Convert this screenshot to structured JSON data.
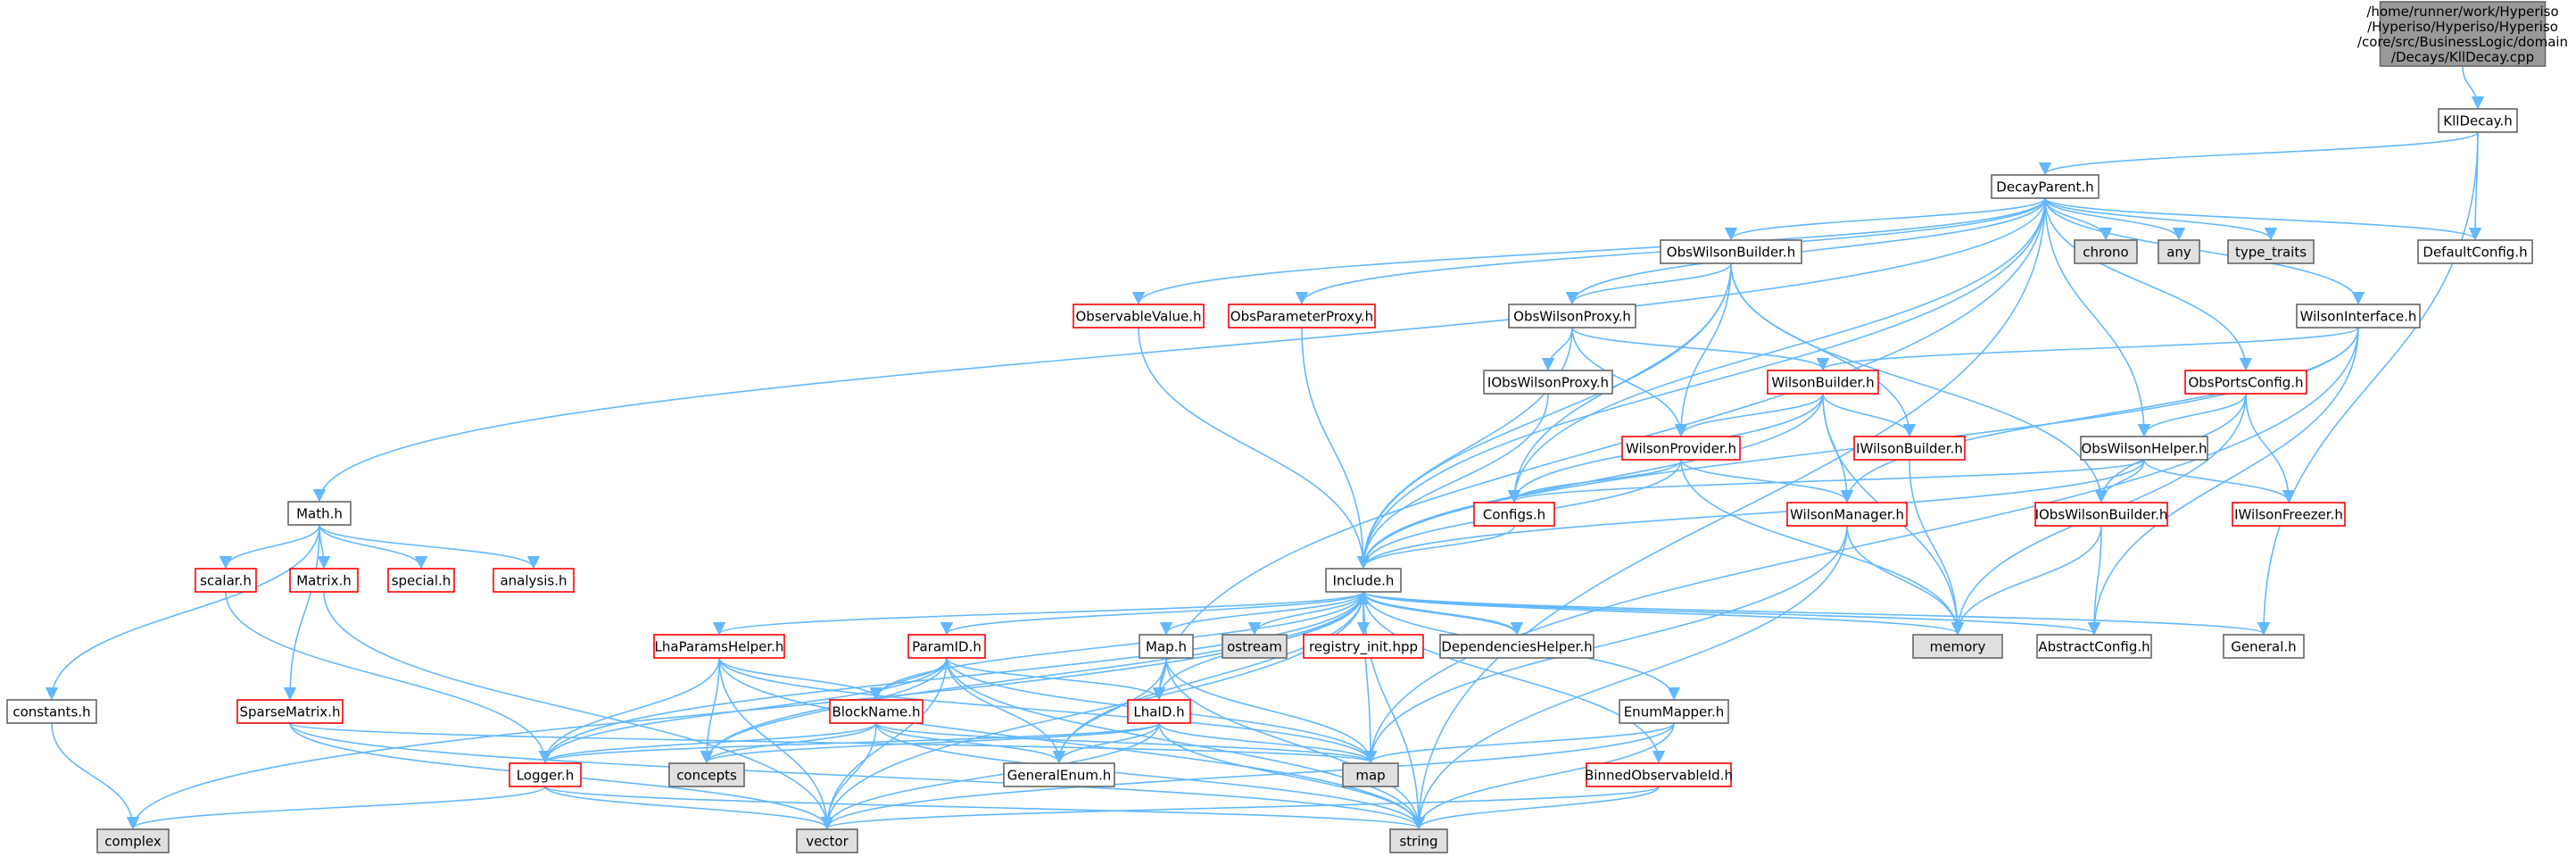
{
  "colors": {
    "edge": "#63b8ff",
    "node_border_default": "#666666",
    "node_border_incomplete": "#ff0000",
    "node_fill_default": "#ffffff",
    "node_fill_system": "#e0e0e0",
    "node_fill_root": "#999999",
    "text": "#000000"
  },
  "nodes": [
    {
      "id": "root",
      "lines": [
        "/home/runner/work/Hyperiso",
        "/Hyperiso/Hyperiso/Hyperiso",
        "/core/src/BusinessLogic/domain",
        "/Decays/KllDecay.cpp"
      ],
      "kind": "root"
    },
    {
      "id": "KllDecay",
      "lines": [
        "KllDecay.h"
      ],
      "kind": "default"
    },
    {
      "id": "DecayParent",
      "lines": [
        "DecayParent.h"
      ],
      "kind": "default"
    },
    {
      "id": "chrono",
      "lines": [
        "chrono"
      ],
      "kind": "system"
    },
    {
      "id": "any",
      "lines": [
        "any"
      ],
      "kind": "system"
    },
    {
      "id": "type_traits",
      "lines": [
        "type_traits"
      ],
      "kind": "system"
    },
    {
      "id": "DefaultConfig",
      "lines": [
        "DefaultConfig.h"
      ],
      "kind": "default"
    },
    {
      "id": "ObsWilsonBuilder",
      "lines": [
        "ObsWilsonBuilder.h"
      ],
      "kind": "default"
    },
    {
      "id": "ObservableValue",
      "lines": [
        "ObservableValue.h"
      ],
      "kind": "incomplete"
    },
    {
      "id": "ObsParameterProxy",
      "lines": [
        "ObsParameterProxy.h"
      ],
      "kind": "incomplete"
    },
    {
      "id": "ObsWilsonProxy",
      "lines": [
        "ObsWilsonProxy.h"
      ],
      "kind": "default"
    },
    {
      "id": "WilsonInterface",
      "lines": [
        "WilsonInterface.h"
      ],
      "kind": "default"
    },
    {
      "id": "IObsWilsonProxy",
      "lines": [
        "IObsWilsonProxy.h"
      ],
      "kind": "default"
    },
    {
      "id": "WilsonBuilder",
      "lines": [
        "WilsonBuilder.h"
      ],
      "kind": "incomplete"
    },
    {
      "id": "ObsPortsConfig",
      "lines": [
        "ObsPortsConfig.h"
      ],
      "kind": "incomplete"
    },
    {
      "id": "WilsonProvider",
      "lines": [
        "WilsonProvider.h"
      ],
      "kind": "incomplete"
    },
    {
      "id": "IWilsonBuilder",
      "lines": [
        "IWilsonBuilder.h"
      ],
      "kind": "incomplete"
    },
    {
      "id": "ObsWilsonHelper",
      "lines": [
        "ObsWilsonHelper.h"
      ],
      "kind": "default"
    },
    {
      "id": "Math",
      "lines": [
        "Math.h"
      ],
      "kind": "default"
    },
    {
      "id": "Configs",
      "lines": [
        "Configs.h"
      ],
      "kind": "incomplete"
    },
    {
      "id": "WilsonManager",
      "lines": [
        "WilsonManager.h"
      ],
      "kind": "incomplete"
    },
    {
      "id": "IObsWilsonBuilder",
      "lines": [
        "IObsWilsonBuilder.h"
      ],
      "kind": "incomplete"
    },
    {
      "id": "IWilsonFreezer",
      "lines": [
        "IWilsonFreezer.h"
      ],
      "kind": "incomplete"
    },
    {
      "id": "scalar",
      "lines": [
        "scalar.h"
      ],
      "kind": "incomplete"
    },
    {
      "id": "Matrix",
      "lines": [
        "Matrix.h"
      ],
      "kind": "incomplete"
    },
    {
      "id": "special",
      "lines": [
        "special.h"
      ],
      "kind": "incomplete"
    },
    {
      "id": "analysis",
      "lines": [
        "analysis.h"
      ],
      "kind": "incomplete"
    },
    {
      "id": "Include",
      "lines": [
        "Include.h"
      ],
      "kind": "default"
    },
    {
      "id": "LhaParamsHelper",
      "lines": [
        "LhaParamsHelper.h"
      ],
      "kind": "incomplete"
    },
    {
      "id": "ParamID",
      "lines": [
        "ParamID.h"
      ],
      "kind": "incomplete"
    },
    {
      "id": "MapH",
      "lines": [
        "Map.h"
      ],
      "kind": "default"
    },
    {
      "id": "ostream",
      "lines": [
        "ostream"
      ],
      "kind": "system"
    },
    {
      "id": "registry_init",
      "lines": [
        "registry_init.hpp"
      ],
      "kind": "incomplete"
    },
    {
      "id": "DependenciesHelper",
      "lines": [
        "DependenciesHelper.h"
      ],
      "kind": "default"
    },
    {
      "id": "memory",
      "lines": [
        "memory"
      ],
      "kind": "system"
    },
    {
      "id": "AbstractConfig",
      "lines": [
        "AbstractConfig.h"
      ],
      "kind": "default"
    },
    {
      "id": "General",
      "lines": [
        "General.h"
      ],
      "kind": "default"
    },
    {
      "id": "constants",
      "lines": [
        "constants.h"
      ],
      "kind": "default"
    },
    {
      "id": "SparseMatrix",
      "lines": [
        "SparseMatrix.h"
      ],
      "kind": "incomplete"
    },
    {
      "id": "BlockName",
      "lines": [
        "BlockName.h"
      ],
      "kind": "incomplete"
    },
    {
      "id": "LhaID",
      "lines": [
        "LhaID.h"
      ],
      "kind": "incomplete"
    },
    {
      "id": "EnumMapper",
      "lines": [
        "EnumMapper.h"
      ],
      "kind": "default"
    },
    {
      "id": "Logger",
      "lines": [
        "Logger.h"
      ],
      "kind": "incomplete"
    },
    {
      "id": "concepts",
      "lines": [
        "concepts"
      ],
      "kind": "system"
    },
    {
      "id": "GeneralEnum",
      "lines": [
        "GeneralEnum.h"
      ],
      "kind": "default"
    },
    {
      "id": "map",
      "lines": [
        "map"
      ],
      "kind": "system"
    },
    {
      "id": "BinnedObservableId",
      "lines": [
        "BinnedObservableId.h"
      ],
      "kind": "incomplete"
    },
    {
      "id": "complex",
      "lines": [
        "complex"
      ],
      "kind": "system"
    },
    {
      "id": "vector",
      "lines": [
        "vector"
      ],
      "kind": "system"
    },
    {
      "id": "string",
      "lines": [
        "string"
      ],
      "kind": "system"
    }
  ],
  "edges": [
    [
      "root",
      "KllDecay"
    ],
    [
      "KllDecay",
      "DecayParent"
    ],
    [
      "KllDecay",
      "DefaultConfig"
    ],
    [
      "KllDecay",
      "General"
    ],
    [
      "DecayParent",
      "chrono"
    ],
    [
      "DecayParent",
      "any"
    ],
    [
      "DecayParent",
      "type_traits"
    ],
    [
      "DecayParent",
      "DefaultConfig"
    ],
    [
      "DecayParent",
      "ObsWilsonBuilder"
    ],
    [
      "DecayParent",
      "ObservableValue"
    ],
    [
      "DecayParent",
      "ObsParameterProxy"
    ],
    [
      "DecayParent",
      "ObsWilsonProxy"
    ],
    [
      "DecayParent",
      "WilsonInterface"
    ],
    [
      "DecayParent",
      "ObsPortsConfig"
    ],
    [
      "DecayParent",
      "ObsWilsonHelper"
    ],
    [
      "DecayParent",
      "Math"
    ],
    [
      "DecayParent",
      "Configs"
    ],
    [
      "DecayParent",
      "Include"
    ],
    [
      "DecayParent",
      "LhaID"
    ],
    [
      "DecayParent",
      "string"
    ],
    [
      "ObsWilsonBuilder",
      "ObsWilsonProxy"
    ],
    [
      "ObsWilsonBuilder",
      "WilsonProvider"
    ],
    [
      "ObsWilsonBuilder",
      "IWilsonBuilder"
    ],
    [
      "ObsWilsonBuilder",
      "IObsWilsonBuilder"
    ],
    [
      "ObsWilsonBuilder",
      "Configs"
    ],
    [
      "ObsWilsonBuilder",
      "Include"
    ],
    [
      "ObservableValue",
      "Include"
    ],
    [
      "ObsParameterProxy",
      "Include"
    ],
    [
      "ObsWilsonProxy",
      "IObsWilsonProxy"
    ],
    [
      "ObsWilsonProxy",
      "WilsonBuilder"
    ],
    [
      "ObsWilsonProxy",
      "WilsonProvider"
    ],
    [
      "ObsWilsonProxy",
      "Include"
    ],
    [
      "IObsWilsonProxy",
      "Include"
    ],
    [
      "WilsonInterface",
      "WilsonBuilder"
    ],
    [
      "WilsonInterface",
      "WilsonManager"
    ],
    [
      "WilsonInterface",
      "Include"
    ],
    [
      "WilsonInterface",
      "AbstractConfig"
    ],
    [
      "WilsonInterface",
      "map"
    ],
    [
      "WilsonBuilder",
      "WilsonProvider"
    ],
    [
      "WilsonBuilder",
      "IWilsonBuilder"
    ],
    [
      "WilsonBuilder",
      "Configs"
    ],
    [
      "WilsonBuilder",
      "WilsonManager"
    ],
    [
      "WilsonBuilder",
      "Include"
    ],
    [
      "WilsonBuilder",
      "memory"
    ],
    [
      "ObsPortsConfig",
      "ObsWilsonHelper"
    ],
    [
      "ObsPortsConfig",
      "IObsWilsonBuilder"
    ],
    [
      "ObsPortsConfig",
      "IWilsonFreezer"
    ],
    [
      "ObsPortsConfig",
      "memory"
    ],
    [
      "WilsonProvider",
      "Configs"
    ],
    [
      "WilsonProvider",
      "WilsonManager"
    ],
    [
      "WilsonProvider",
      "Include"
    ],
    [
      "WilsonProvider",
      "memory"
    ],
    [
      "IWilsonBuilder",
      "memory"
    ],
    [
      "ObsWilsonHelper",
      "Configs"
    ],
    [
      "ObsWilsonHelper",
      "IObsWilsonBuilder"
    ],
    [
      "ObsWilsonHelper",
      "IWilsonFreezer"
    ],
    [
      "ObsWilsonHelper",
      "Include"
    ],
    [
      "Configs",
      "Include"
    ],
    [
      "WilsonManager",
      "memory"
    ],
    [
      "WilsonManager",
      "map"
    ],
    [
      "WilsonManager",
      "string"
    ],
    [
      "IObsWilsonBuilder",
      "memory"
    ],
    [
      "IObsWilsonBuilder",
      "AbstractConfig"
    ],
    [
      "Math",
      "scalar"
    ],
    [
      "Math",
      "Matrix"
    ],
    [
      "Math",
      "special"
    ],
    [
      "Math",
      "analysis"
    ],
    [
      "Math",
      "constants"
    ],
    [
      "Math",
      "SparseMatrix"
    ],
    [
      "scalar",
      "Logger"
    ],
    [
      "Matrix",
      "vector"
    ],
    [
      "constants",
      "complex"
    ],
    [
      "SparseMatrix",
      "map"
    ],
    [
      "SparseMatrix",
      "vector"
    ],
    [
      "SparseMatrix",
      "string"
    ],
    [
      "Include",
      "LhaParamsHelper"
    ],
    [
      "Include",
      "ParamID"
    ],
    [
      "Include",
      "MapH"
    ],
    [
      "Include",
      "ostream"
    ],
    [
      "Include",
      "registry_init"
    ],
    [
      "Include",
      "DependenciesHelper"
    ],
    [
      "Include",
      "memory"
    ],
    [
      "Include",
      "AbstractConfig"
    ],
    [
      "Include",
      "General"
    ],
    [
      "Include",
      "BlockName"
    ],
    [
      "Include",
      "LhaID"
    ],
    [
      "Include",
      "EnumMapper"
    ],
    [
      "Include",
      "Logger"
    ],
    [
      "Include",
      "concepts"
    ],
    [
      "Include",
      "GeneralEnum"
    ],
    [
      "Include",
      "map"
    ],
    [
      "Include",
      "BinnedObservableId"
    ],
    [
      "Include",
      "complex"
    ],
    [
      "Include",
      "vector"
    ],
    [
      "Include",
      "string"
    ],
    [
      "DependenciesHelper",
      "Include"
    ],
    [
      "LhaParamsHelper",
      "BlockName"
    ],
    [
      "LhaParamsHelper",
      "Logger"
    ],
    [
      "LhaParamsHelper",
      "concepts"
    ],
    [
      "LhaParamsHelper",
      "map"
    ],
    [
      "LhaParamsHelper",
      "vector"
    ],
    [
      "LhaParamsHelper",
      "string"
    ],
    [
      "ParamID",
      "BlockName"
    ],
    [
      "ParamID",
      "LhaID"
    ],
    [
      "ParamID",
      "Logger"
    ],
    [
      "ParamID",
      "concepts"
    ],
    [
      "ParamID",
      "GeneralEnum"
    ],
    [
      "ParamID",
      "map"
    ],
    [
      "ParamID",
      "vector"
    ],
    [
      "ParamID",
      "string"
    ],
    [
      "MapH",
      "LhaID"
    ],
    [
      "MapH",
      "GeneralEnum"
    ],
    [
      "MapH",
      "map"
    ],
    [
      "MapH",
      "string"
    ],
    [
      "BlockName",
      "Logger"
    ],
    [
      "BlockName",
      "concepts"
    ],
    [
      "BlockName",
      "GeneralEnum"
    ],
    [
      "BlockName",
      "map"
    ],
    [
      "BlockName",
      "vector"
    ],
    [
      "BlockName",
      "string"
    ],
    [
      "LhaID",
      "Logger"
    ],
    [
      "LhaID",
      "concepts"
    ],
    [
      "LhaID",
      "GeneralEnum"
    ],
    [
      "LhaID",
      "map"
    ],
    [
      "LhaID",
      "vector"
    ],
    [
      "LhaID",
      "string"
    ],
    [
      "EnumMapper",
      "map"
    ],
    [
      "EnumMapper",
      "vector"
    ],
    [
      "EnumMapper",
      "string"
    ],
    [
      "BinnedObservableId",
      "vector"
    ],
    [
      "BinnedObservableId",
      "string"
    ],
    [
      "Logger",
      "complex"
    ],
    [
      "Logger",
      "vector"
    ],
    [
      "Logger",
      "string"
    ]
  ]
}
